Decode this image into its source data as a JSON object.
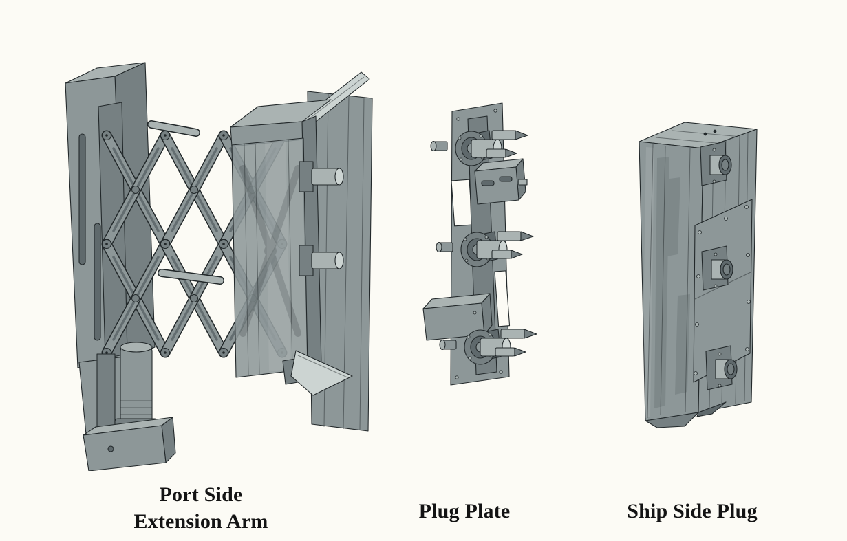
{
  "figures": [
    {
      "id": "port-side-extension-arm",
      "label_lines": [
        "Port Side",
        "Extension Arm"
      ]
    },
    {
      "id": "plug-plate",
      "label_lines": [
        "Plug Plate"
      ]
    },
    {
      "id": "ship-side-plug",
      "label_lines": [
        "Ship Side Plug"
      ]
    }
  ],
  "colors": {
    "background": "#fcfbf5",
    "label_text": "#131313",
    "body": "#8d9798",
    "shade": "#768082",
    "deep": "#5f696c",
    "light": "#aab3b2",
    "lighter": "#ccd4d2",
    "line": "#22282a"
  }
}
